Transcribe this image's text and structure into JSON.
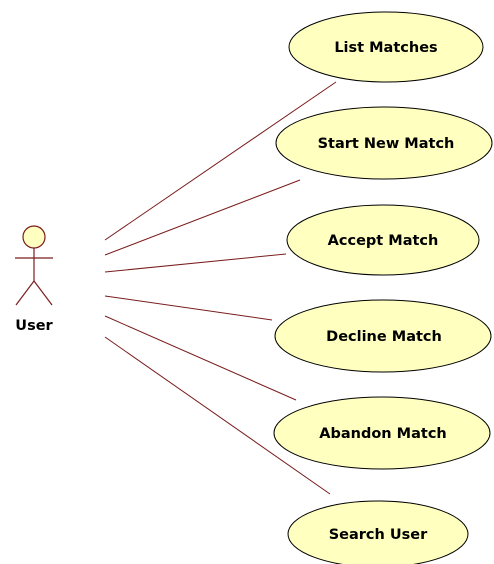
{
  "colors": {
    "usecase_fill": "#ffffc0",
    "usecase_stroke": "#000000",
    "actor_fill": "#ffffc0",
    "actor_stroke": "#7a1c1c",
    "association": "#7a1c1c",
    "background": "#ffffff"
  },
  "actor": {
    "label": "User",
    "icon": "stick-figure-actor-icon"
  },
  "use_cases": [
    {
      "label": "List Matches"
    },
    {
      "label": "Start New Match"
    },
    {
      "label": "Accept Match"
    },
    {
      "label": "Decline Match"
    },
    {
      "label": "Abandon Match"
    },
    {
      "label": "Search User"
    }
  ]
}
